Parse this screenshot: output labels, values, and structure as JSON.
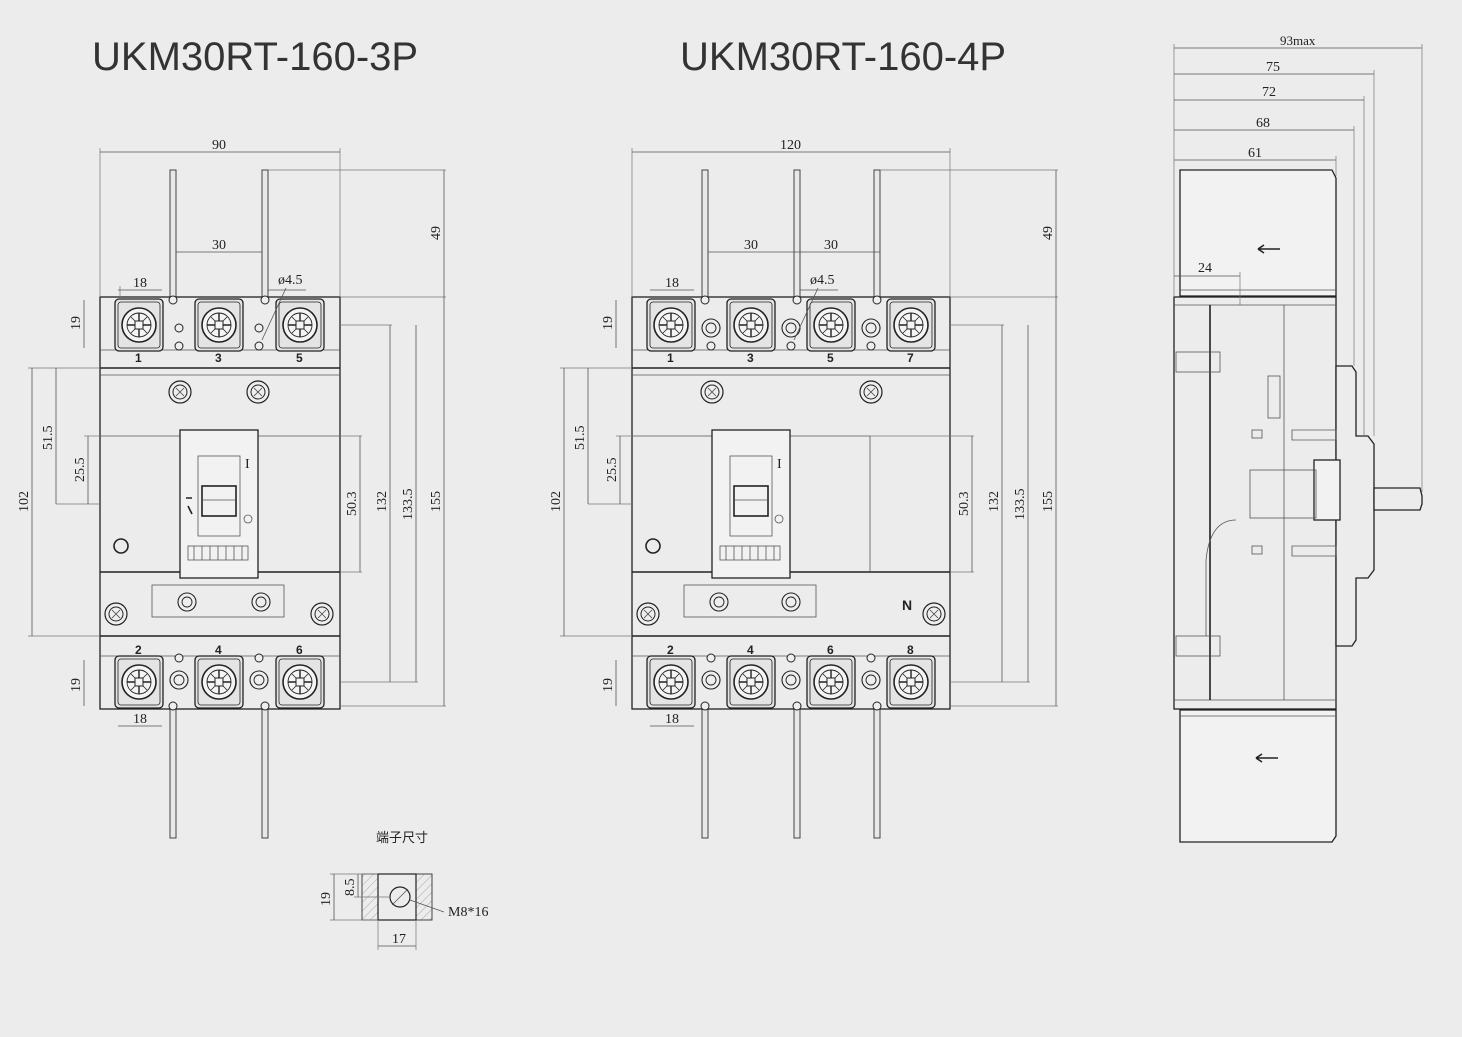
{
  "titles": {
    "model_3p": "UKM30RT-160-3P",
    "model_4p": "UKM30RT-160-4P"
  },
  "front_3p": {
    "dim_width": "90",
    "dim_pitch": "30",
    "dim_terminal": "18",
    "dim_hole": "ø4.5",
    "dim_term_height": "19",
    "dim_wire": "49",
    "dim_102": "102",
    "dim_51_5": "51.5",
    "dim_25_5": "25.5",
    "dim_50_3": "50.3",
    "dim_132": "132",
    "dim_133_5": "133.5",
    "dim_155": "155",
    "top_labels": [
      "1",
      "3",
      "5"
    ],
    "bottom_labels": [
      "2",
      "4",
      "6"
    ],
    "handle_on": "I"
  },
  "front_4p": {
    "dim_width": "120",
    "dim_pitch": "30",
    "dim_terminal": "18",
    "dim_hole": "ø4.5",
    "dim_term_height": "19",
    "dim_wire": "49",
    "dim_102": "102",
    "dim_51_5": "51.5",
    "dim_25_5": "25.5",
    "dim_50_3": "50.3",
    "dim_132": "132",
    "dim_133_5": "133.5",
    "dim_155": "155",
    "top_labels": [
      "1",
      "3",
      "5",
      "7"
    ],
    "bottom_labels": [
      "2",
      "4",
      "6",
      "8"
    ],
    "handle_on": "I",
    "neutral": "N"
  },
  "side_view": {
    "dim_93": "93max",
    "dim_75": "75",
    "dim_72": "72",
    "dim_68": "68",
    "dim_61": "61",
    "dim_24": "24"
  },
  "terminal_detail": {
    "caption": "端子尺寸",
    "dim_height": "19",
    "dim_hole_offset": "8.5",
    "dim_width": "17",
    "screw": "M8*16"
  }
}
